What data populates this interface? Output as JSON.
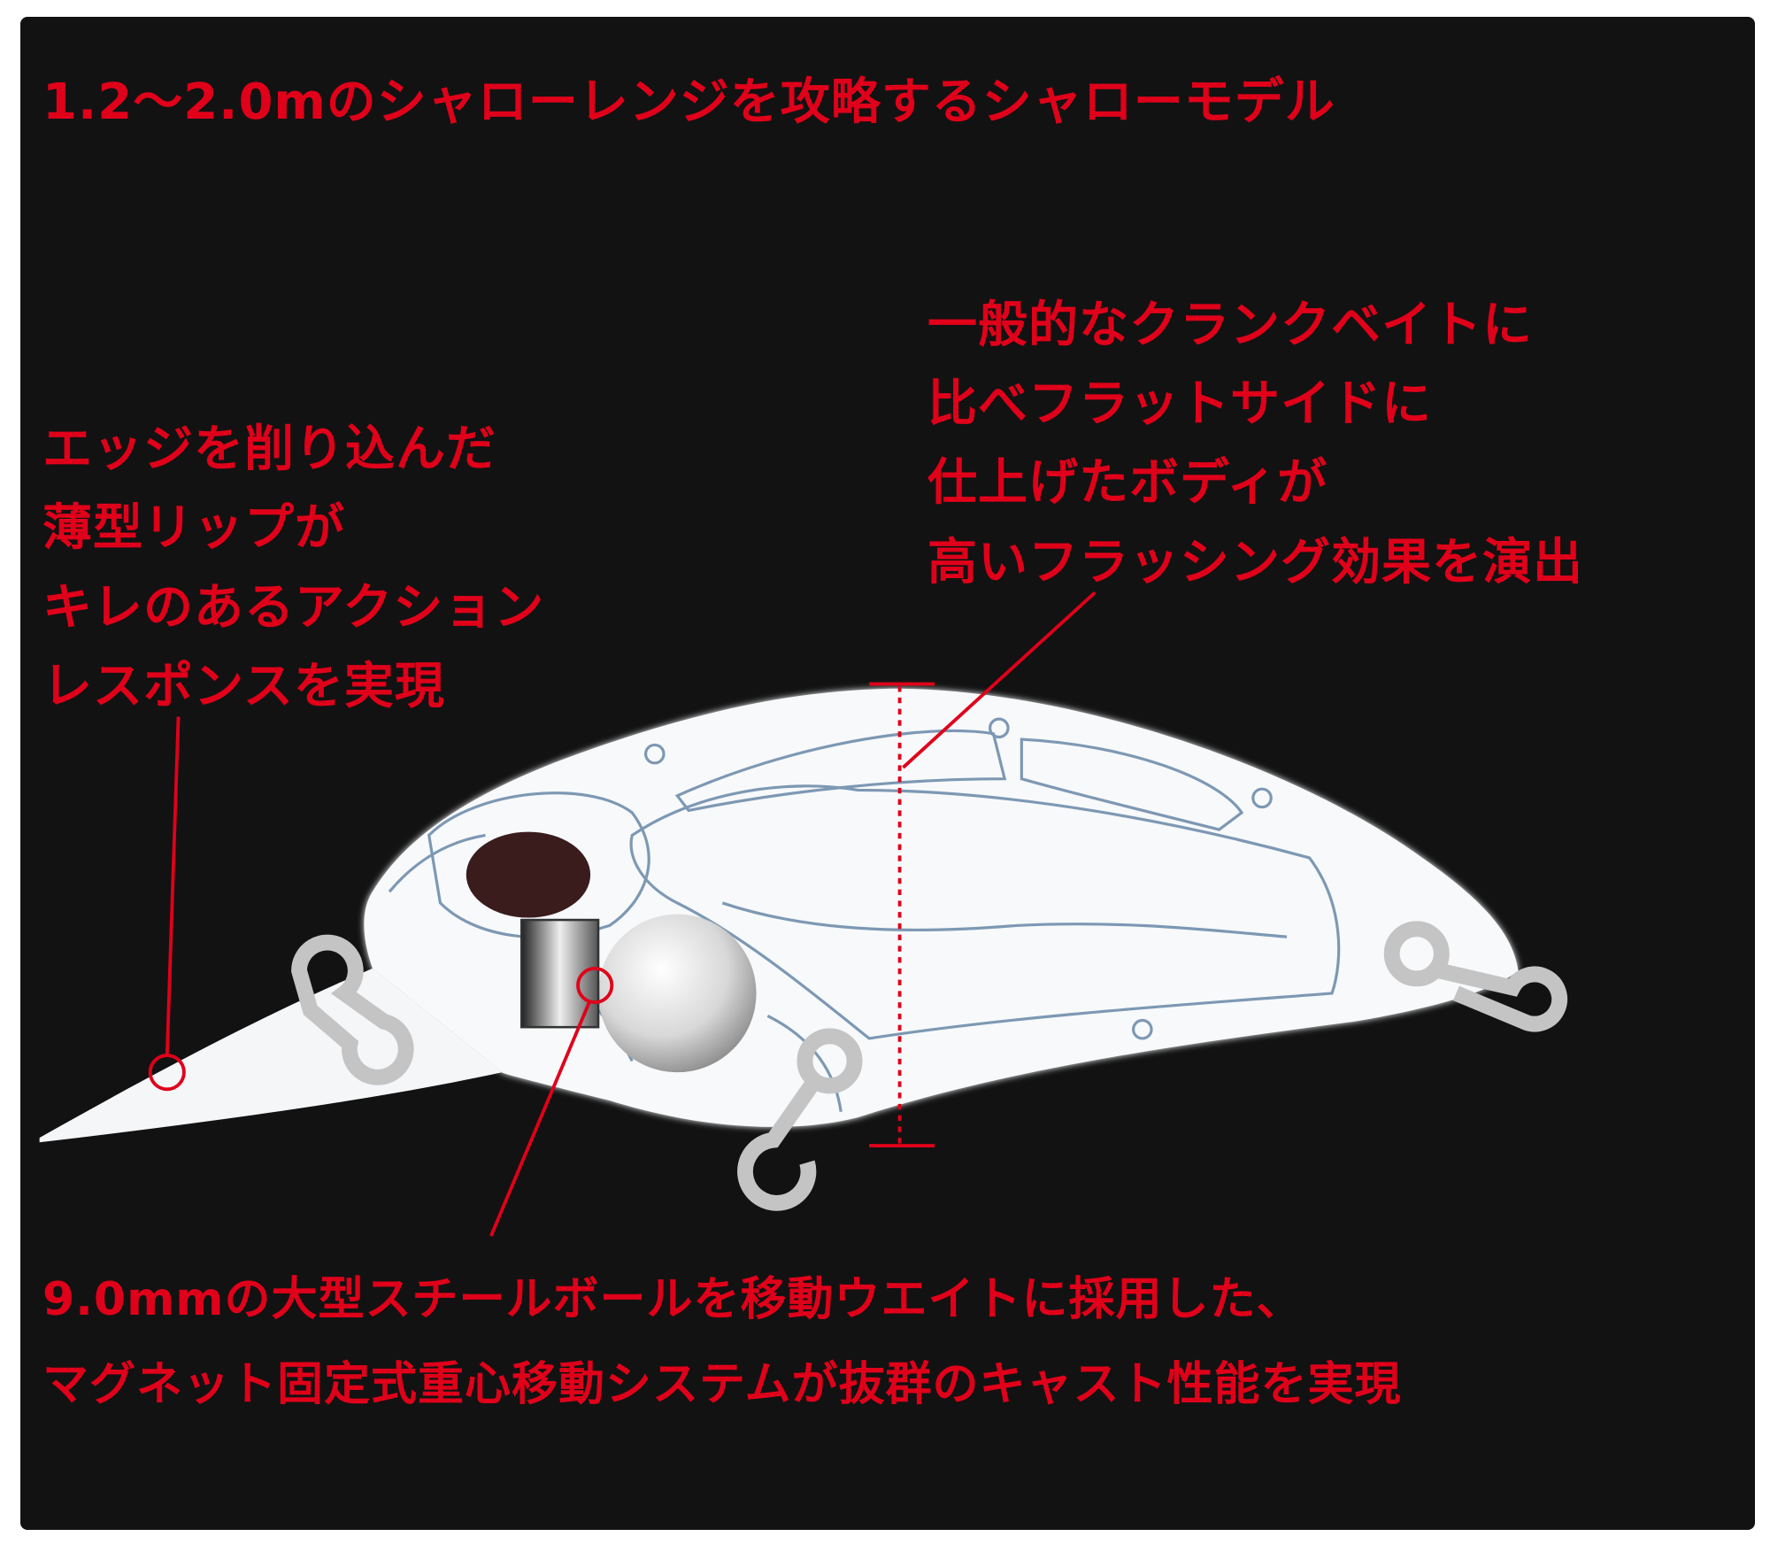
{
  "title": "1.2〜2.0mのシャローレンジを攻略するシャローモデル",
  "callout_lip": [
    "エッジを削り込んだ",
    "薄型リップが",
    "キレのあるアクション",
    "レスポンスを実現"
  ],
  "callout_body": [
    "一般的なクランクベイトに",
    "比べフラットサイドに",
    "仕上げたボディが",
    "高いフラッシング効果を演出"
  ],
  "callout_weight": [
    "9.0mmの大型スチールボールを移動ウエイトに採用した、",
    "マグネット固定式重心移動システムが抜群のキャスト性能を実現"
  ],
  "colors": {
    "accent": "#e0001a",
    "background": "#121212",
    "outline": "#6a8aa8"
  }
}
